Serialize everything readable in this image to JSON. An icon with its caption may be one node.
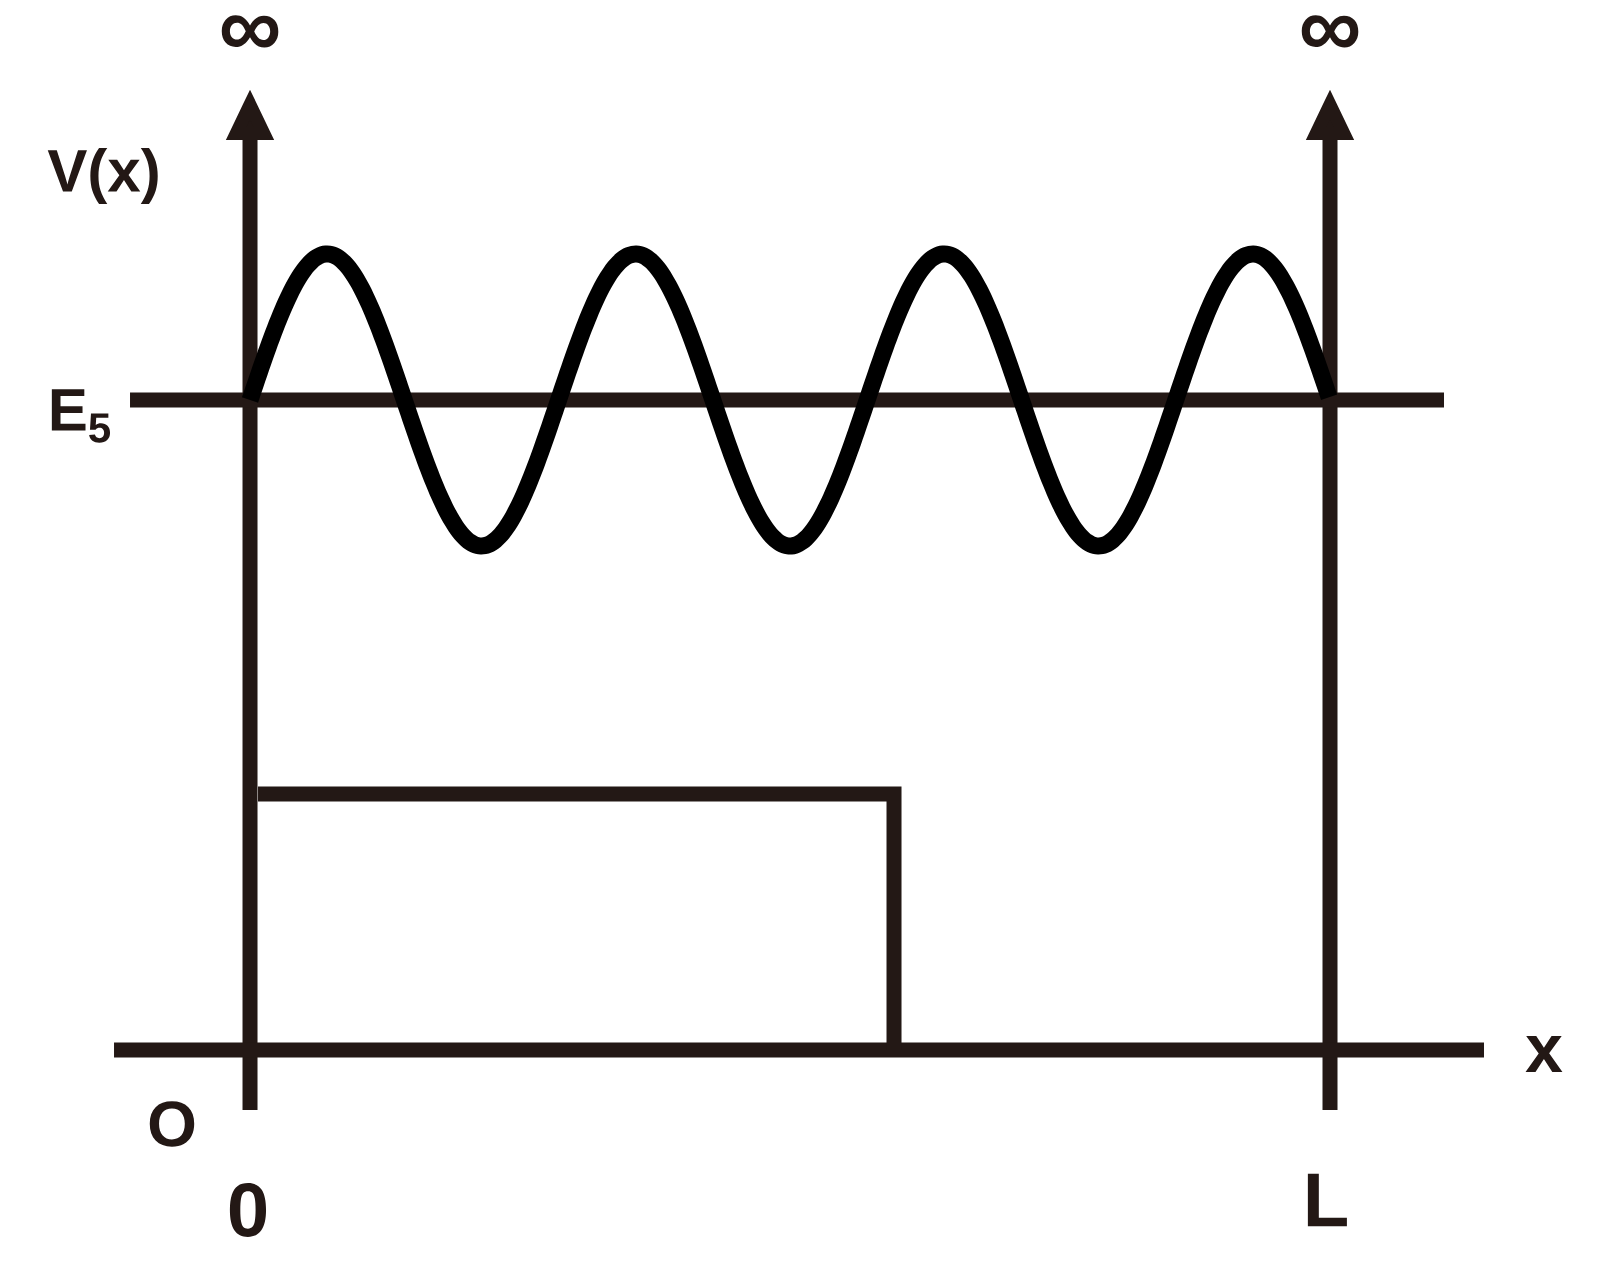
{
  "diagram": {
    "labels": [
      "∞",
      "∞",
      "V(x)",
      "E$_{5}$",
      "x",
      "O",
      "0",
      "L"
    ]
  }
}
